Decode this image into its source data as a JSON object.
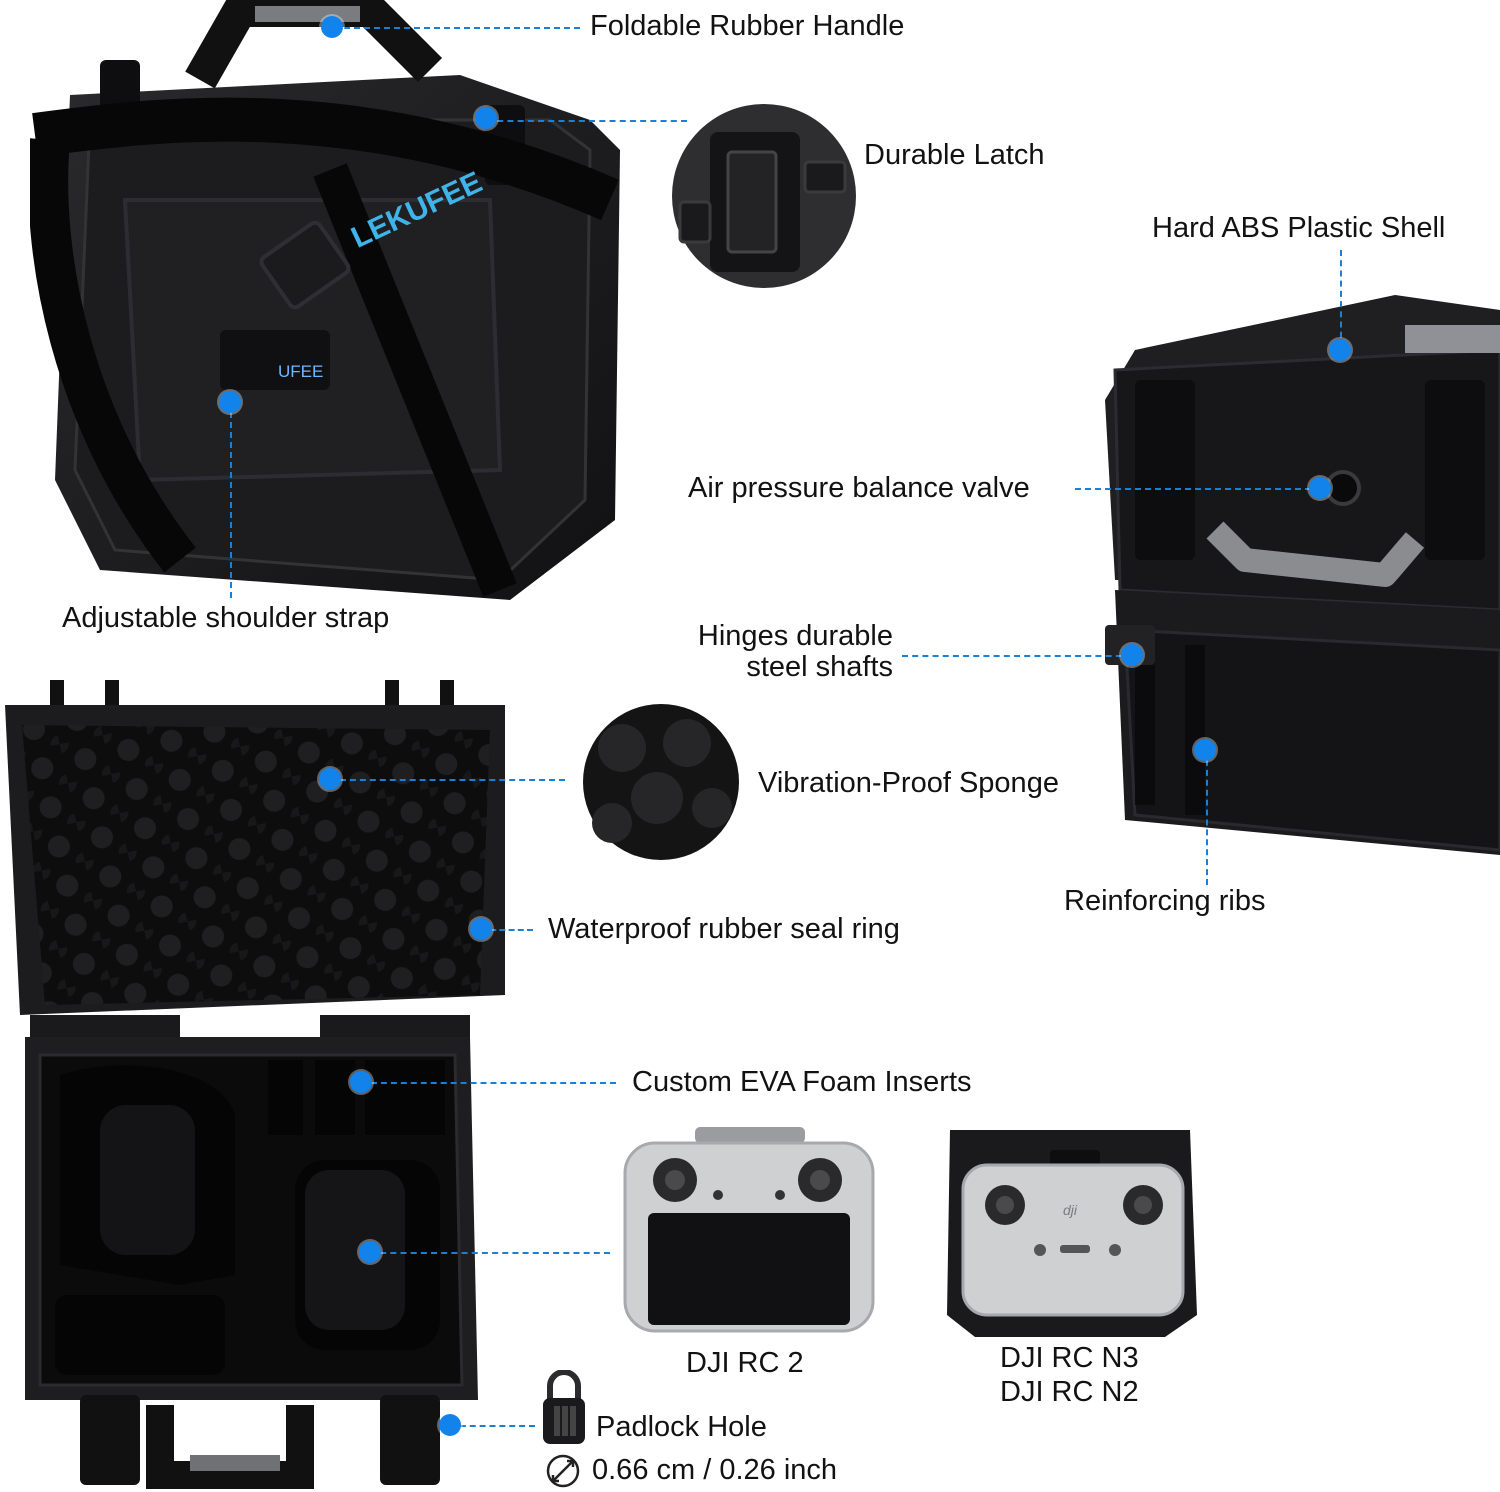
{
  "colors": {
    "accent": "#1283ea",
    "case": "#1b1b1d",
    "foam": "#0d0d0e",
    "controller": "#c9cacc"
  },
  "callouts": {
    "handle": "Foldable Rubber Handle",
    "latch": "Durable Latch",
    "shell": "Hard ABS Plastic Shell",
    "valve": "Air pressure balance valve",
    "strap": "Adjustable shoulder strap",
    "hinges_line1": "Hinges durable",
    "hinges_line2": "steel shafts",
    "sponge": "Vibration-Proof Sponge",
    "ribs": "Reinforcing ribs",
    "seal": "Waterproof rubber seal ring",
    "eva": "Custom EVA Foam Inserts",
    "padlock": "Padlock Hole",
    "padlock_size": "0.66 cm / 0.26 inch"
  },
  "controllers": [
    {
      "name": "DJI RC 2"
    },
    {
      "name_line1": "DJI RC N3",
      "name_line2": "DJI RC N2"
    }
  ],
  "brand": {
    "strap_text": "LEKUFEE",
    "case_badge": "UFEE",
    "controller_logo": "dji"
  },
  "icons": [
    "padlock-icon",
    "diameter-icon"
  ]
}
